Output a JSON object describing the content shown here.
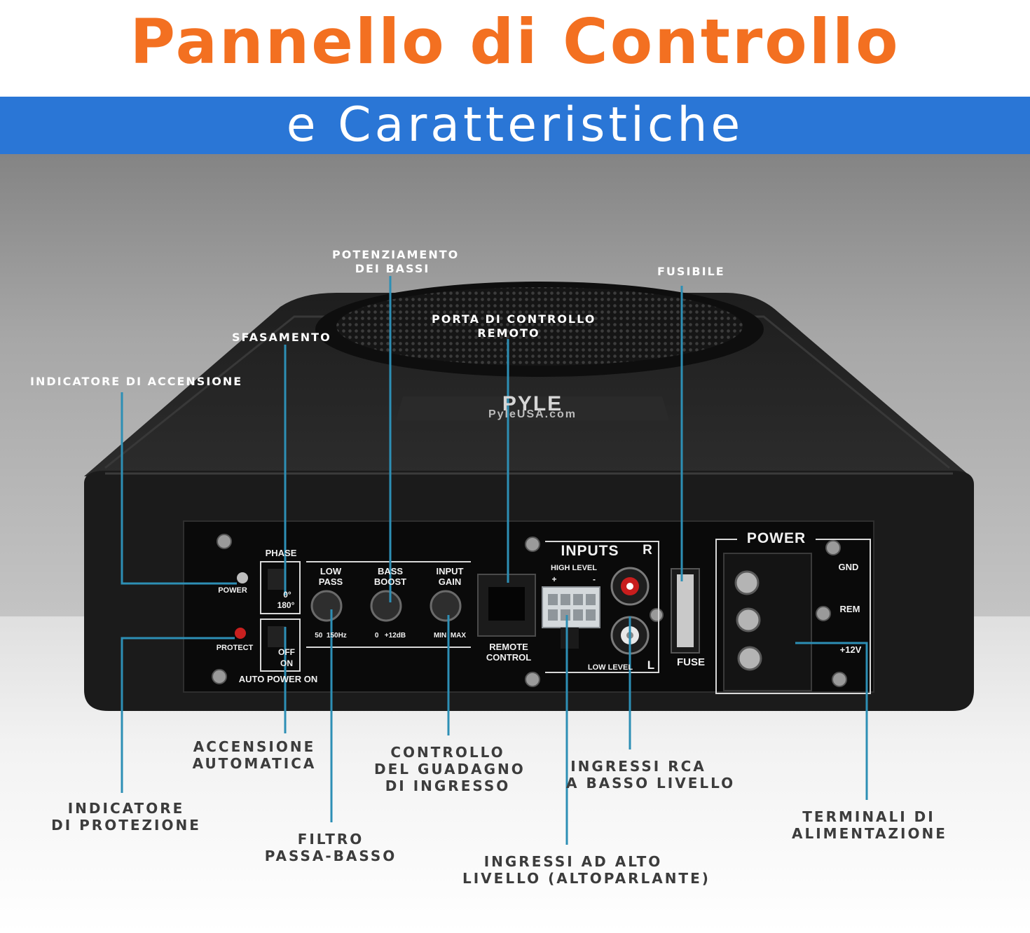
{
  "header": {
    "title": "Pannello di Controllo",
    "subtitle": "e Caratteristiche"
  },
  "colors": {
    "title": "#f37021",
    "band": "#2a76d6",
    "leader": "#2d8fb5",
    "label_upper": "#ffffff",
    "label_lower": "#3c3c3c"
  },
  "device": {
    "brand": "PYLE",
    "website": "PyleUSA.com"
  },
  "panel_labels": {
    "power_led": "POWER",
    "protect_led": "PROTECT",
    "phase": "PHASE",
    "phase_0": "0°",
    "phase_180": "180°",
    "auto_off": "OFF",
    "auto_on": "ON",
    "auto_power_on": "AUTO POWER ON",
    "low_pass": "LOW\nPASS",
    "low_pass_range": "50  150Hz",
    "bass_boost": "BASS\nBOOST",
    "bass_boost_range": "0   +12dB",
    "input_gain": "INPUT\nGAIN",
    "input_gain_range": "MIN  MAX",
    "remote_control": "REMOTE\nCONTROL",
    "inputs": "INPUTS",
    "inputs_r": "R",
    "inputs_l": "L",
    "high_level": "HIGH LEVEL",
    "high_plus": "+",
    "high_minus": "-",
    "low_level": "LOW LEVEL",
    "fuse": "FUSE",
    "power": "POWER",
    "gnd": "GND",
    "rem": "REM",
    "plus12v": "+12V"
  },
  "callouts_top": {
    "bass_boost": "POTENZIAMENTO\nDEI BASSI",
    "fuse": "FUSIBILE",
    "remote_port": "PORTA DI CONTROLLO\nREMOTO",
    "phase": "SFASAMENTO",
    "power_indicator": "INDICATORE DI ACCENSIONE"
  },
  "callouts_bottom": {
    "auto_power": "ACCENSIONE\nAUTOMATICA",
    "input_gain": "CONTROLLO\nDEL GUADAGNO\nDI INGRESSO",
    "rca_inputs": "INGRESSI RCA\nA BASSO LIVELLO",
    "protect_indicator": "INDICATORE\nDI PROTEZIONE",
    "power_terminals": "TERMINALI DI\nALIMENTAZIONE",
    "low_pass_filter": "FILTRO\nPASSA-BASSO",
    "high_level_inputs": "INGRESSI AD ALTO\nLIVELLO (ALTOPARLANTE)"
  }
}
